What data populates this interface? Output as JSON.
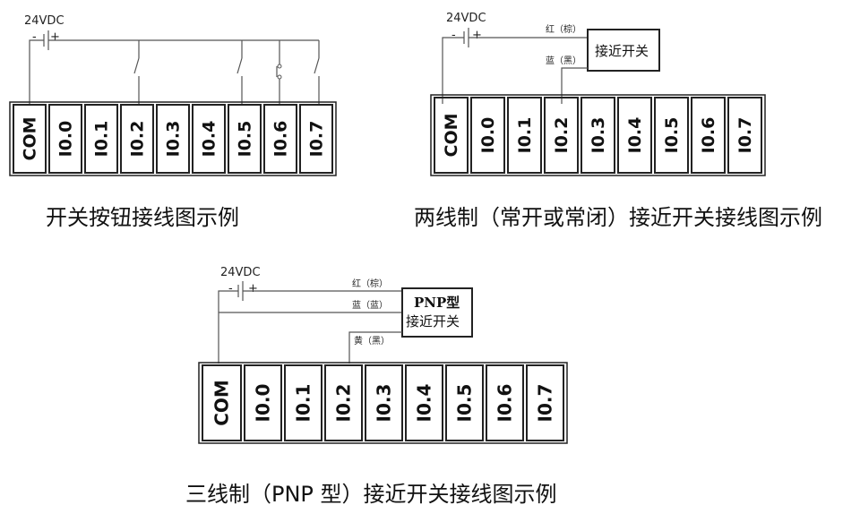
{
  "supply_label": "24VDC",
  "minus": "-",
  "plus": "+",
  "terminals": [
    "COM",
    "I0.0",
    "I0.1",
    "I0.2",
    "I0.3",
    "I0.4",
    "I0.5",
    "I0.6",
    "I0.7"
  ],
  "diagram1": {
    "caption": "开关按钮接线图示例"
  },
  "diagram2": {
    "caption": "两线制（常开或常闭）接近开关接线图示例",
    "sensor": "接近开关",
    "wire_red": "红（棕）",
    "wire_blue": "蓝（黑）"
  },
  "diagram3": {
    "caption": "三线制（PNP 型）接近开关接线图示例",
    "sensor_line1": "PNP型",
    "sensor_line2": "接近开关",
    "wire_red": "红（棕）",
    "wire_blue": "蓝（蓝）",
    "wire_yellow": "黄（黑）"
  }
}
